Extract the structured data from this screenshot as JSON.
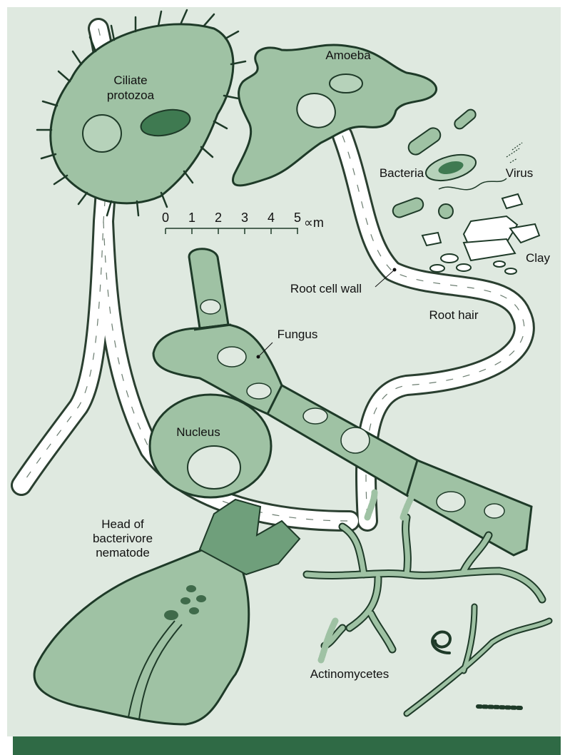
{
  "colors": {
    "background": "#dfe9e0",
    "organism_fill": "#9fc2a4",
    "organism_dark": "#3f7a51",
    "outline": "#1e3a28",
    "root_hair_fill": "#ffffff",
    "bottom_bar": "#2f6a45"
  },
  "labels": {
    "ciliate": [
      "Ciliate",
      "protozoa"
    ],
    "amoeba": "Amoeba",
    "bacteria": "Bacteria",
    "virus": "Virus",
    "clay": "Clay",
    "root_cell_wall": "Root cell wall",
    "root_hair": "Root hair",
    "fungus": "Fungus",
    "nucleus": "Nucleus",
    "nematode": [
      "Head of",
      "bacterivore",
      "nematode"
    ],
    "actinomycetes": "Actinomycetes"
  },
  "scale_bar": {
    "ticks": [
      "0",
      "1",
      "2",
      "3",
      "4",
      "5"
    ],
    "unit": "∝m"
  }
}
